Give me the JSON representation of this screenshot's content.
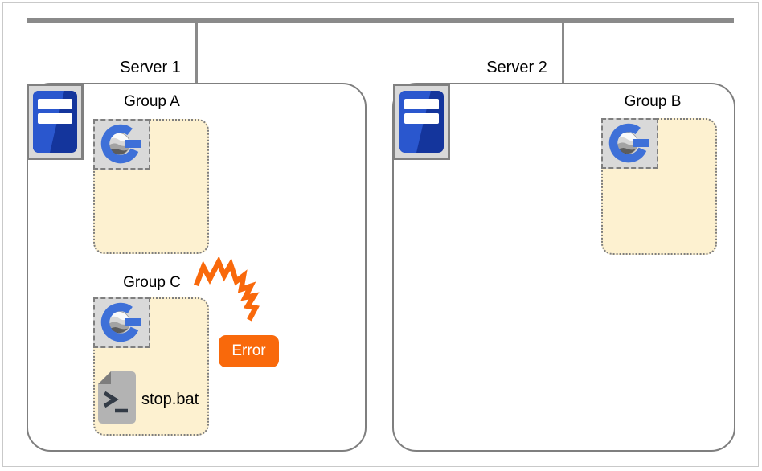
{
  "servers": [
    {
      "label": "Server 1",
      "icon": "server-tower-icon"
    },
    {
      "label": "Server 2",
      "icon": "server-tower-icon"
    }
  ],
  "groups": [
    {
      "label": "Group A",
      "icon": "g-globe-logo-icon",
      "server": "Server 1"
    },
    {
      "label": "Group C",
      "icon": "g-globe-logo-icon",
      "server": "Server 1"
    },
    {
      "label": "Group B",
      "icon": "g-globe-logo-icon",
      "server": "Server 2"
    }
  ],
  "error_badge": {
    "label": "Error"
  },
  "script_file": {
    "name": "stop.bat",
    "icon": "terminal-script-file-icon"
  },
  "icons": {
    "spark": "error-spark-icon",
    "server": "server-tower-icon",
    "group_app": "g-globe-logo-icon",
    "script": "terminal-script-file-icon"
  },
  "colors": {
    "connector_gray": "#8A8A8A",
    "box_border_gray": "#7F7F7F",
    "group_fill_cream": "#FDF1D0",
    "icon_plate_gray": "#D9D9D9",
    "server_blue_light": "#2A57CE",
    "server_blue_dark": "#14359C",
    "logo_blue": "#3E70D8",
    "error_orange": "#F9690B",
    "text": "#000000"
  }
}
